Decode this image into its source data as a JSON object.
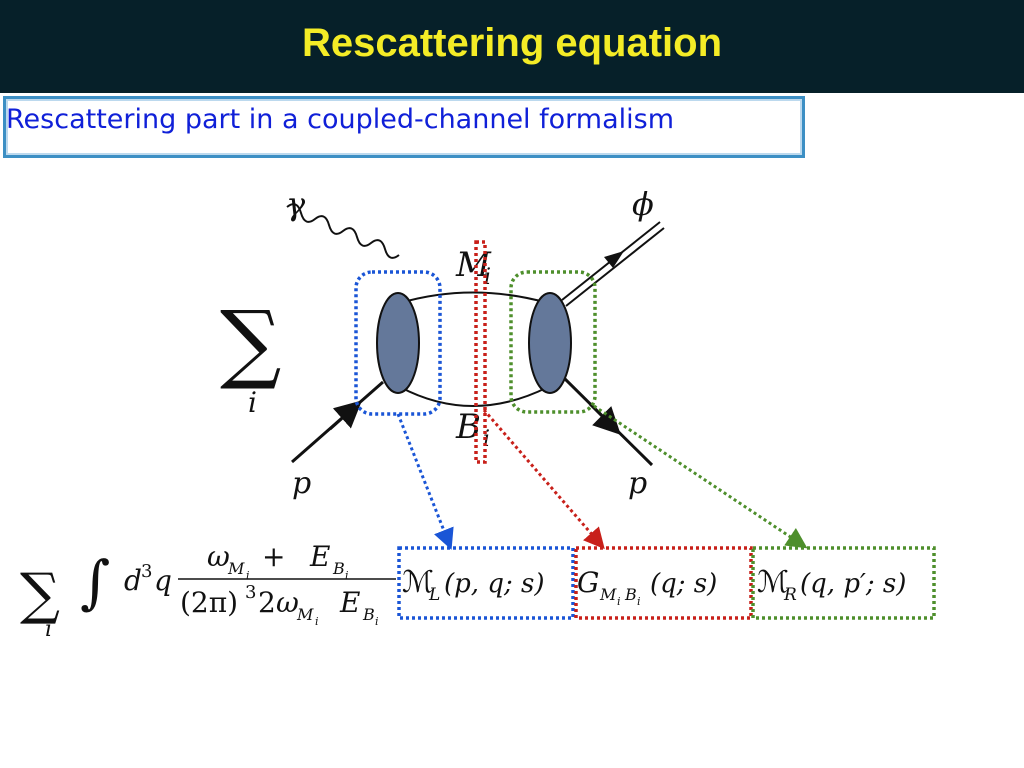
{
  "header": {
    "title": "Rescattering equation"
  },
  "subtitle": "Rescattering part in a coupled-channel formalism",
  "diagram": {
    "sum_symbol": "∑",
    "sum_index": "i",
    "labels": {
      "photon": "γ",
      "phi": "ϕ",
      "meson": "M",
      "meson_sub": "i",
      "baryon": "B",
      "baryon_sub": "i",
      "proton_in": "p",
      "proton_out": "p"
    }
  },
  "equation": {
    "sum": "∑",
    "sum_index": "i",
    "integral": "∫",
    "measure": "d",
    "measure_power": "3",
    "measure_var": "q",
    "numerator": {
      "omega": "ω",
      "omega_sub": "M",
      "omega_subsub": "i",
      "plus": "+",
      "E": "E",
      "E_sub": "B",
      "E_subsub": "i"
    },
    "denominator": {
      "paren": "(2π)",
      "power": "3",
      "two": "2",
      "omega": "ω",
      "omega_sub": "M",
      "omega_subsub": "i",
      "E": "E",
      "E_sub": "B",
      "E_subsub": "i"
    },
    "ML": {
      "symbol": "ℳ",
      "sub": "L",
      "args": "(p, q; s)"
    },
    "G": {
      "symbol": "G",
      "sub": "M",
      "subsub1": "i",
      "sub2": "B",
      "subsub2": "i",
      "args": "(q; s)"
    },
    "MR": {
      "symbol": "ℳ",
      "sub": "R",
      "args": "(q, p′; s)"
    }
  },
  "colors": {
    "header_bg": "#062029",
    "title": "#f4ec26",
    "subtitle_text": "#1020d8",
    "subtitle_border": "#3c8fc4",
    "blob": "#64789a",
    "box_blue": "#1a55d6",
    "box_red": "#c8201a",
    "box_green": "#4e8f2c"
  }
}
